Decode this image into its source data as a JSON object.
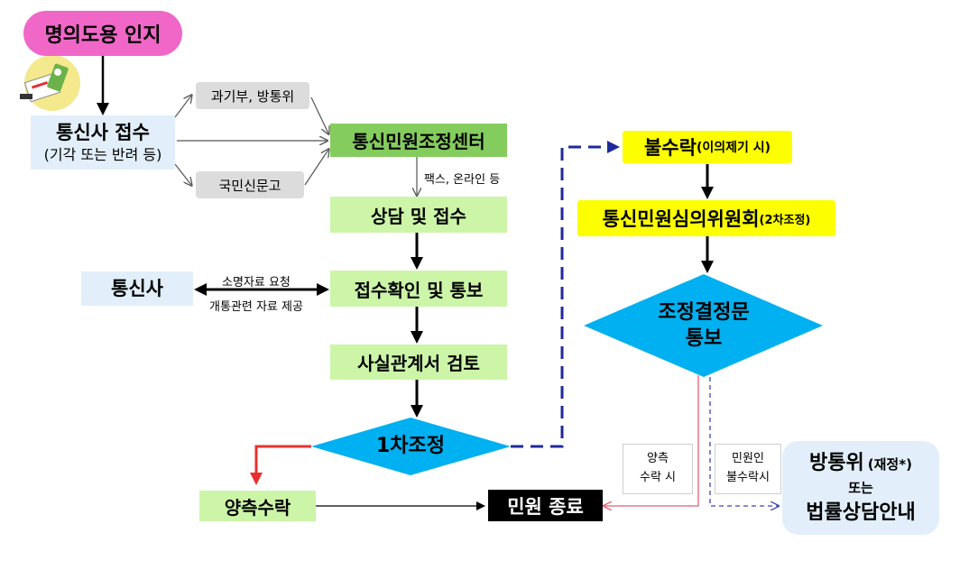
{
  "nodes": {
    "awareness": "명의도용 인지",
    "telecom_receipt_line1": "통신사 접수",
    "telecom_receipt_line2": "(기각 또는 반려 등)",
    "ministry": "과기부, 방통위",
    "national_petition": "국민신문고",
    "center": "통신민원조정센터",
    "fax_online": "팩스, 온라인 등",
    "consult_receipt": "상담 및 접수",
    "confirm_notify": "접수확인 및 통보",
    "telecom": "통신사",
    "request_materials": "소명자료 요청",
    "provide_materials": "개통관련 자료 제공",
    "fact_review": "사실관계서 검토",
    "first_mediation": "1차조정",
    "both_accept": "양측수락",
    "complaint_end": "민원 종료",
    "not_accepted_main": "불수락",
    "not_accepted_sub": "(이의제기 시)",
    "committee_main": "통신민원심의위원회",
    "committee_sub": "(2차조정)",
    "decision_line1": "조정결정문",
    "decision_line2": "통보",
    "both_accept_note_line1": "양측",
    "both_accept_note_line2": "수락 시",
    "complainant_reject_line1": "민원인",
    "complainant_reject_line2": "불수락시",
    "kcc_main": "방통위",
    "kcc_sub": "(재정*)",
    "or": "또는",
    "legal_advice": "법률상담안내"
  },
  "icons": {
    "document_icon": "document-icon"
  },
  "colors": {
    "pink": "#f067c8",
    "light_blue": "#e2effa",
    "green_dark": "#84cc5e",
    "green_light": "#ccf5a8",
    "yellow": "#fdfe00",
    "diamond": "#00b0f0",
    "dash_blue": "#1f2a9c",
    "red": "#e8312f"
  }
}
